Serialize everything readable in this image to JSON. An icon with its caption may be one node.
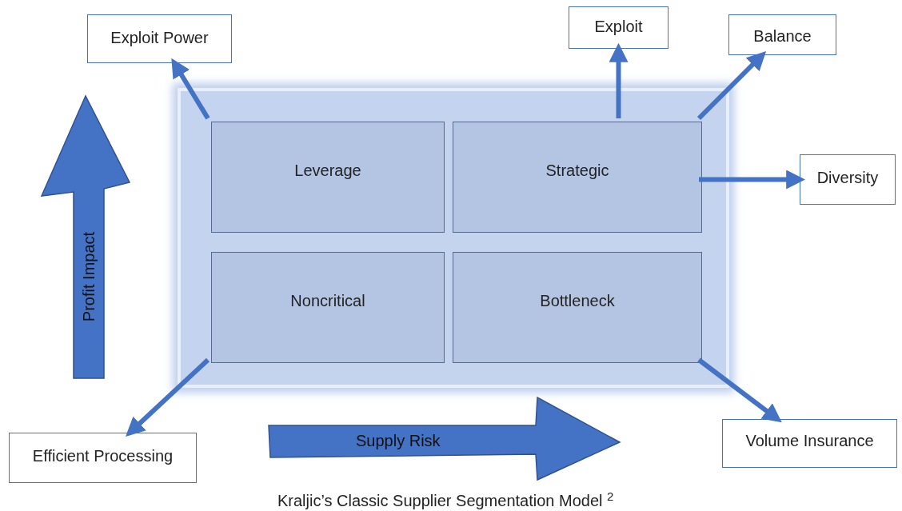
{
  "diagram": {
    "caption": "Kraljic’s Classic Supplier Segmentation Model $^{2}$",
    "nodes": [
      {
        "text": [],
        "shape": "box"
      },
      {
        "text": [
          "Leverage"
        ],
        "in": 0
      },
      {
        "text": [
          "Strategic"
        ],
        "in": 0
      },
      {
        "text": [
          "Noncritical"
        ],
        "in": 0
      },
      {
        "text": [
          "Bottleneck"
        ],
        "in": 0
      },
      {
        "text": [
          "Exploit Power"
        ]
      },
      {
        "text": [
          "Exploit"
        ]
      },
      {
        "text": [
          "Balance"
        ]
      },
      {
        "text": [
          "Diversity"
        ]
      },
      {
        "text": [
          "Efficient Processing"
        ]
      },
      {
        "text": [
          "Volume Insurance"
        ]
      }
    ],
    "edges": [
      {
        "from": 1,
        "to": 5,
        "arrow": "to"
      },
      {
        "from": 2,
        "to": 6,
        "arrow": "to"
      },
      {
        "from": 2,
        "to": 7,
        "arrow": "to"
      },
      {
        "from": 2,
        "to": 8,
        "arrow": "to"
      },
      {
        "from": 3,
        "to": 9,
        "arrow": "to"
      },
      {
        "from": 4,
        "to": 10,
        "arrow": "to"
      }
    ],
    "labels": [
      "Profit Impact",
      "Supply Risk"
    ]
  }
}
